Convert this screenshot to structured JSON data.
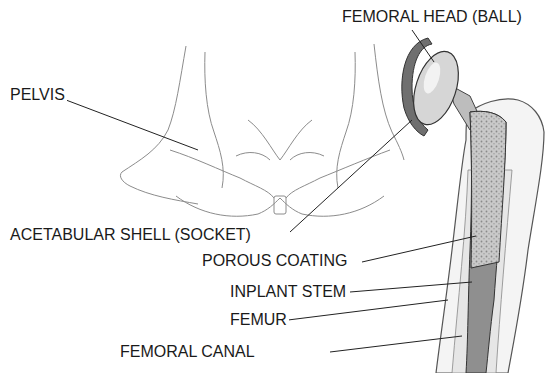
{
  "diagram": {
    "labels": [
      "FEMORAL HEAD (BALL)",
      "PELVIS",
      "ACETABULAR SHELL (SOCKET)",
      "POROUS COATING",
      "INPLANT STEM",
      "FEMUR",
      "FEMORAL CANAL"
    ]
  }
}
